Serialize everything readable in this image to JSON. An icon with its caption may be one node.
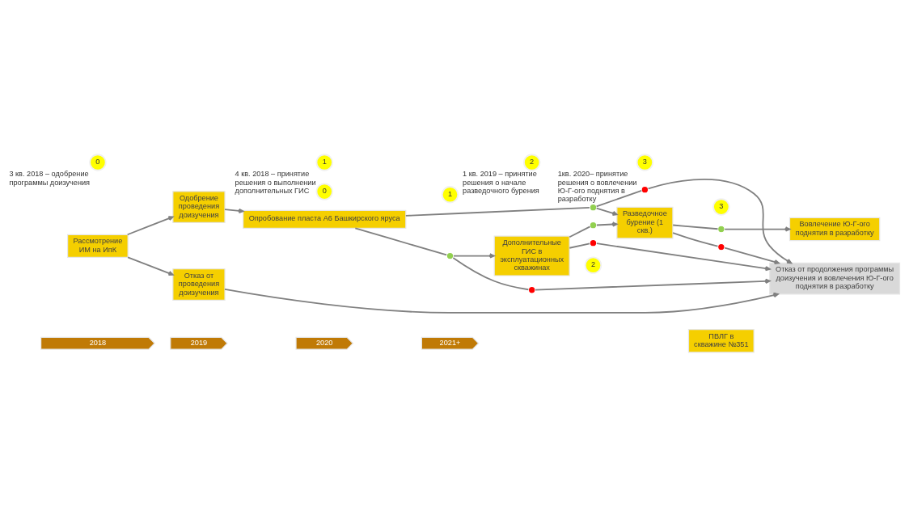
{
  "diagram": {
    "nodes": [
      {
        "text": [
          "2018"
        ]
      },
      {
        "text": [
          "2019"
        ]
      },
      {
        "text": [
          "2020"
        ]
      },
      {
        "text": [
          "2021+"
        ]
      },
      {
        "text": [
          "Рассмотрение ИМ на ИпК"
        ]
      },
      {
        "text": [
          "Одобрение проведения доизучения"
        ]
      },
      {
        "text": [
          "Отказ от проведения доизучения"
        ]
      },
      {
        "text": [
          "Опробование пласта А6 Башкирского яруса"
        ]
      },
      {
        "text": [
          "Дополнительные ГИС в эксплуатационных скважинах"
        ]
      },
      {
        "text": [
          "Разведочное бурение (1 скв.)"
        ]
      },
      {
        "text": [
          "Отказ от продолжения программы доизучения и вовлечения Ю-Г-ого поднятия в разработку"
        ]
      },
      {
        "text": [
          "ПВЛГ в скважине №351"
        ]
      },
      {
        "text": [
          "Вовлечение Ю-Г-ого поднятия в разработку"
        ]
      },
      {
        "text": [
          "0"
        ]
      },
      {
        "text": [
          "1"
        ]
      },
      {
        "text": [
          "2"
        ]
      },
      {
        "text": [
          "3"
        ]
      },
      {
        "text": [],
        "shape": "circle"
      },
      {
        "text": [],
        "shape": "circle"
      },
      {
        "text": [],
        "shape": "circle"
      },
      {
        "text": [],
        "shape": "circle"
      },
      {
        "text": [],
        "shape": "circle"
      },
      {
        "text": [],
        "shape": "circle"
      },
      {
        "text": [],
        "shape": "circle"
      },
      {
        "text": [],
        "shape": "circle"
      },
      {
        "text": [
          "0"
        ],
        "beside": [
          "3 кв. 2018 – одобрение программы доизучения"
        ]
      },
      {
        "text": [
          "1"
        ],
        "beside": [
          "4 кв. 2018 – принятие решения о выполнении дополнительных ГИС"
        ]
      },
      {
        "text": [
          "2"
        ],
        "beside": [
          "1 кв. 2019 – принятие решения о начале разведочного бурения"
        ]
      },
      {
        "text": [
          "3"
        ],
        "beside": [
          "1кв. 2020– принятие решения о вовлечении Ю-Г-ого поднятия в разработку"
        ]
      }
    ],
    "edges": [
      {
        "from": 4,
        "to": 5,
        "arrow": "to"
      },
      {
        "from": 4,
        "to": 6,
        "arrow": "to"
      },
      {
        "from": 5,
        "to": 7,
        "arrow": "to"
      },
      {
        "from": 6,
        "to": 10,
        "arrow": "to"
      },
      {
        "from": 7,
        "to": 17,
        "arrow": "none"
      },
      {
        "from": 17,
        "to": 8,
        "arrow": "to"
      },
      {
        "from": 17,
        "to": 18,
        "arrow": "none"
      },
      {
        "from": 18,
        "to": 10,
        "arrow": "to"
      },
      {
        "from": 7,
        "to": 22,
        "arrow": "none"
      },
      {
        "from": 22,
        "to": 9,
        "arrow": "to"
      },
      {
        "from": 22,
        "to": 21,
        "arrow": "none"
      },
      {
        "from": 21,
        "to": 10,
        "arrow": "to"
      },
      {
        "from": 8,
        "to": 19,
        "arrow": "none"
      },
      {
        "from": 19,
        "to": 10,
        "arrow": "to"
      },
      {
        "from": 8,
        "to": 20,
        "arrow": "none"
      },
      {
        "from": 20,
        "to": 9,
        "arrow": "to"
      },
      {
        "from": 9,
        "to": 23,
        "arrow": "none"
      },
      {
        "from": 23,
        "to": 12,
        "arrow": "to"
      },
      {
        "from": 9,
        "to": 24,
        "arrow": "none"
      },
      {
        "from": 24,
        "to": 10,
        "arrow": "to"
      }
    ]
  }
}
